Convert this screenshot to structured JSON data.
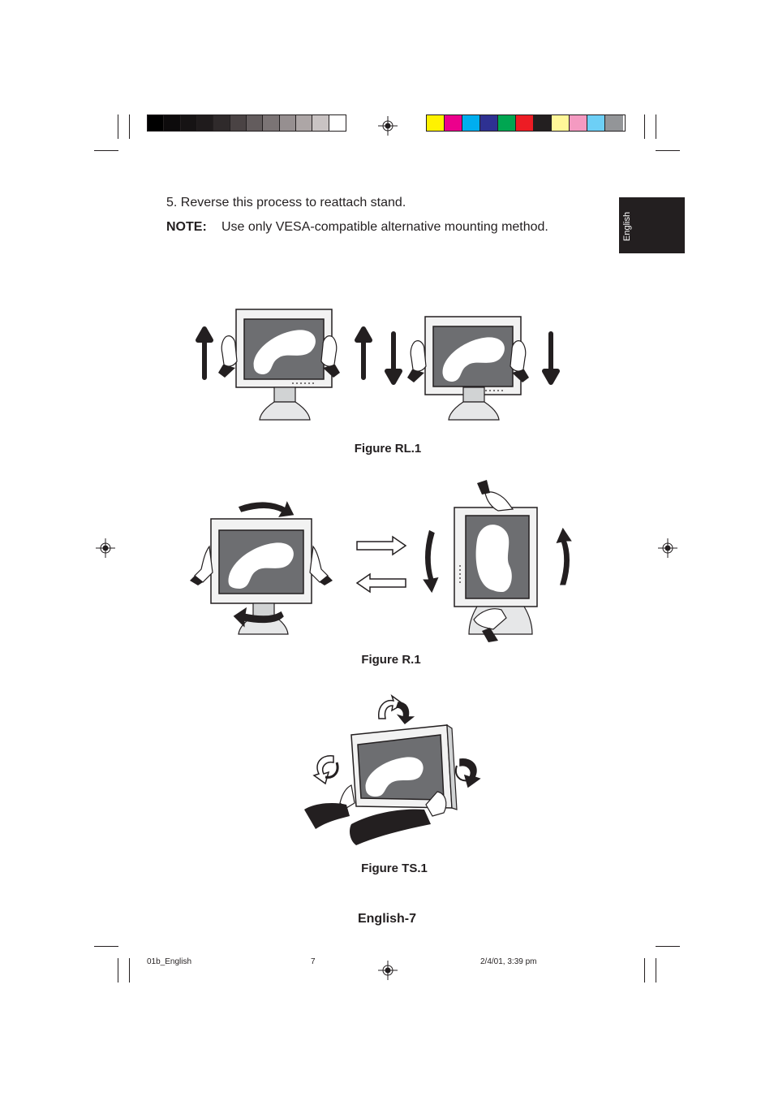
{
  "instructions": {
    "step": "5.  Reverse this process to reattach stand.",
    "note_label": "NOTE:",
    "note_text": "Use only VESA-compatible alternative mounting method."
  },
  "side_tab": {
    "label": "English"
  },
  "figures": {
    "rl1_caption": "Figure RL.1",
    "r1_caption": "Figure R.1",
    "ts1_caption": "Figure TS.1"
  },
  "page_number": "English-7",
  "print_footer": {
    "file": "01b_English",
    "page": "7",
    "timestamp": "2/4/01, 3:39 pm"
  },
  "colors": {
    "gray_bar": [
      "#000000",
      "#0d0b0c",
      "#161314",
      "#1f1b1c",
      "#2f2a2b",
      "#4a4344",
      "#635c5d",
      "#7b7475",
      "#968f90",
      "#ada6a6",
      "#c9c3c3",
      "#ffffff"
    ],
    "color_bar": [
      "#fff200",
      "#ec008c",
      "#00aeef",
      "#2e3192",
      "#00a651",
      "#ed1c24",
      "#231f20",
      "#fff799",
      "#f49ac1",
      "#6dcff6",
      "#939598"
    ]
  }
}
